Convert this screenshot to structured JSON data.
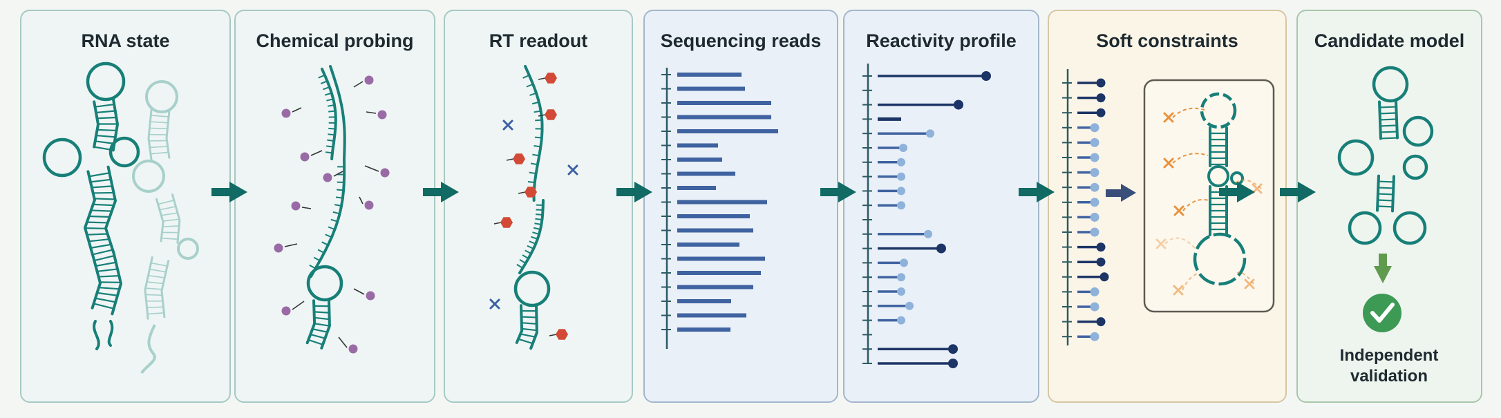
{
  "panels": [
    {
      "title": "RNA state",
      "bg": "#eef5f4",
      "border": "#a7c9c3"
    },
    {
      "title": "Chemical probing",
      "bg": "#eef5f4",
      "border": "#a7c9c3"
    },
    {
      "title": "RT  readout",
      "bg": "#eef5f4",
      "border": "#a7c9c3"
    },
    {
      "title": "Sequencing reads",
      "bg": "#e9f0f8",
      "border": "#a4b6cc"
    },
    {
      "title": "Reactivity profile",
      "bg": "#e9f0f8",
      "border": "#a4b6cc"
    },
    {
      "title": "Soft constraints",
      "bg": "#fbf5e8",
      "border": "#d6c6a3"
    },
    {
      "title": "Candidate model",
      "bg": "#eef5ee",
      "border": "#a9c6ad"
    }
  ],
  "validation": {
    "line1": "Independent",
    "line2": "validation"
  },
  "colors": {
    "teal": "#177f78",
    "teal_faded": "#a8d0cb",
    "arrow": "#116a63",
    "probe": "#9a6aa6",
    "adduct": "#d24a35",
    "stop_mark": "#3b5fa3",
    "read_bar": "#3f62a0",
    "reactivity_high": "#1c3466",
    "reactivity_low": "#8fb2da",
    "constraint": "#e9913a",
    "check": "#3d9a55",
    "down_arrow": "#5f9a4e"
  }
}
